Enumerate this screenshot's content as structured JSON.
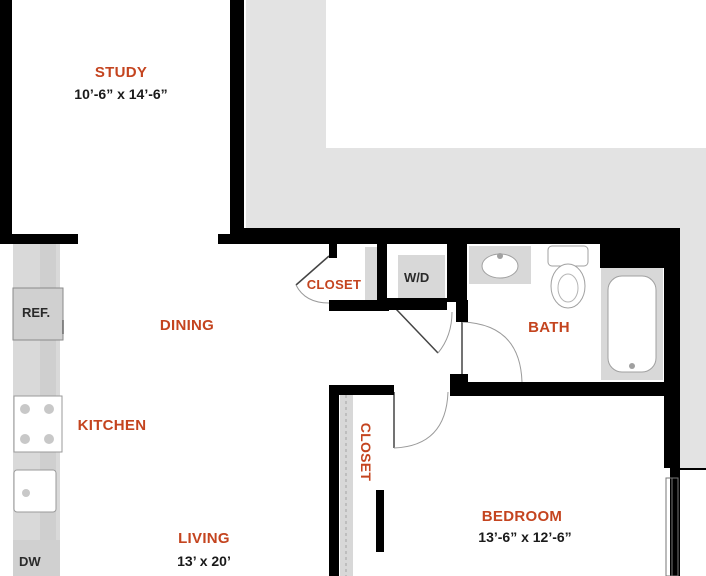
{
  "rooms": {
    "study": {
      "name": "STUDY",
      "dimensions": "10’-6” x 14’-6”"
    },
    "dining": {
      "name": "DINING"
    },
    "kitchen": {
      "name": "KITCHEN"
    },
    "living": {
      "name": "LIVING",
      "dimensions": "13’ x 20’"
    },
    "closet_hall": {
      "name": "CLOSET"
    },
    "closet_bedroom": {
      "name": "CLOSET"
    },
    "bath": {
      "name": "BATH"
    },
    "bedroom": {
      "name": "BEDROOM",
      "dimensions": "13’-6” x 12’-6”"
    }
  },
  "fixtures": {
    "refrigerator": "REF.",
    "washer_dryer": "W/D",
    "dishwasher": "DW"
  },
  "colors": {
    "wall": "#000000",
    "room_label": "#c4441f",
    "exterior": "#e3e3e3",
    "counter": "#d9d9d9"
  }
}
